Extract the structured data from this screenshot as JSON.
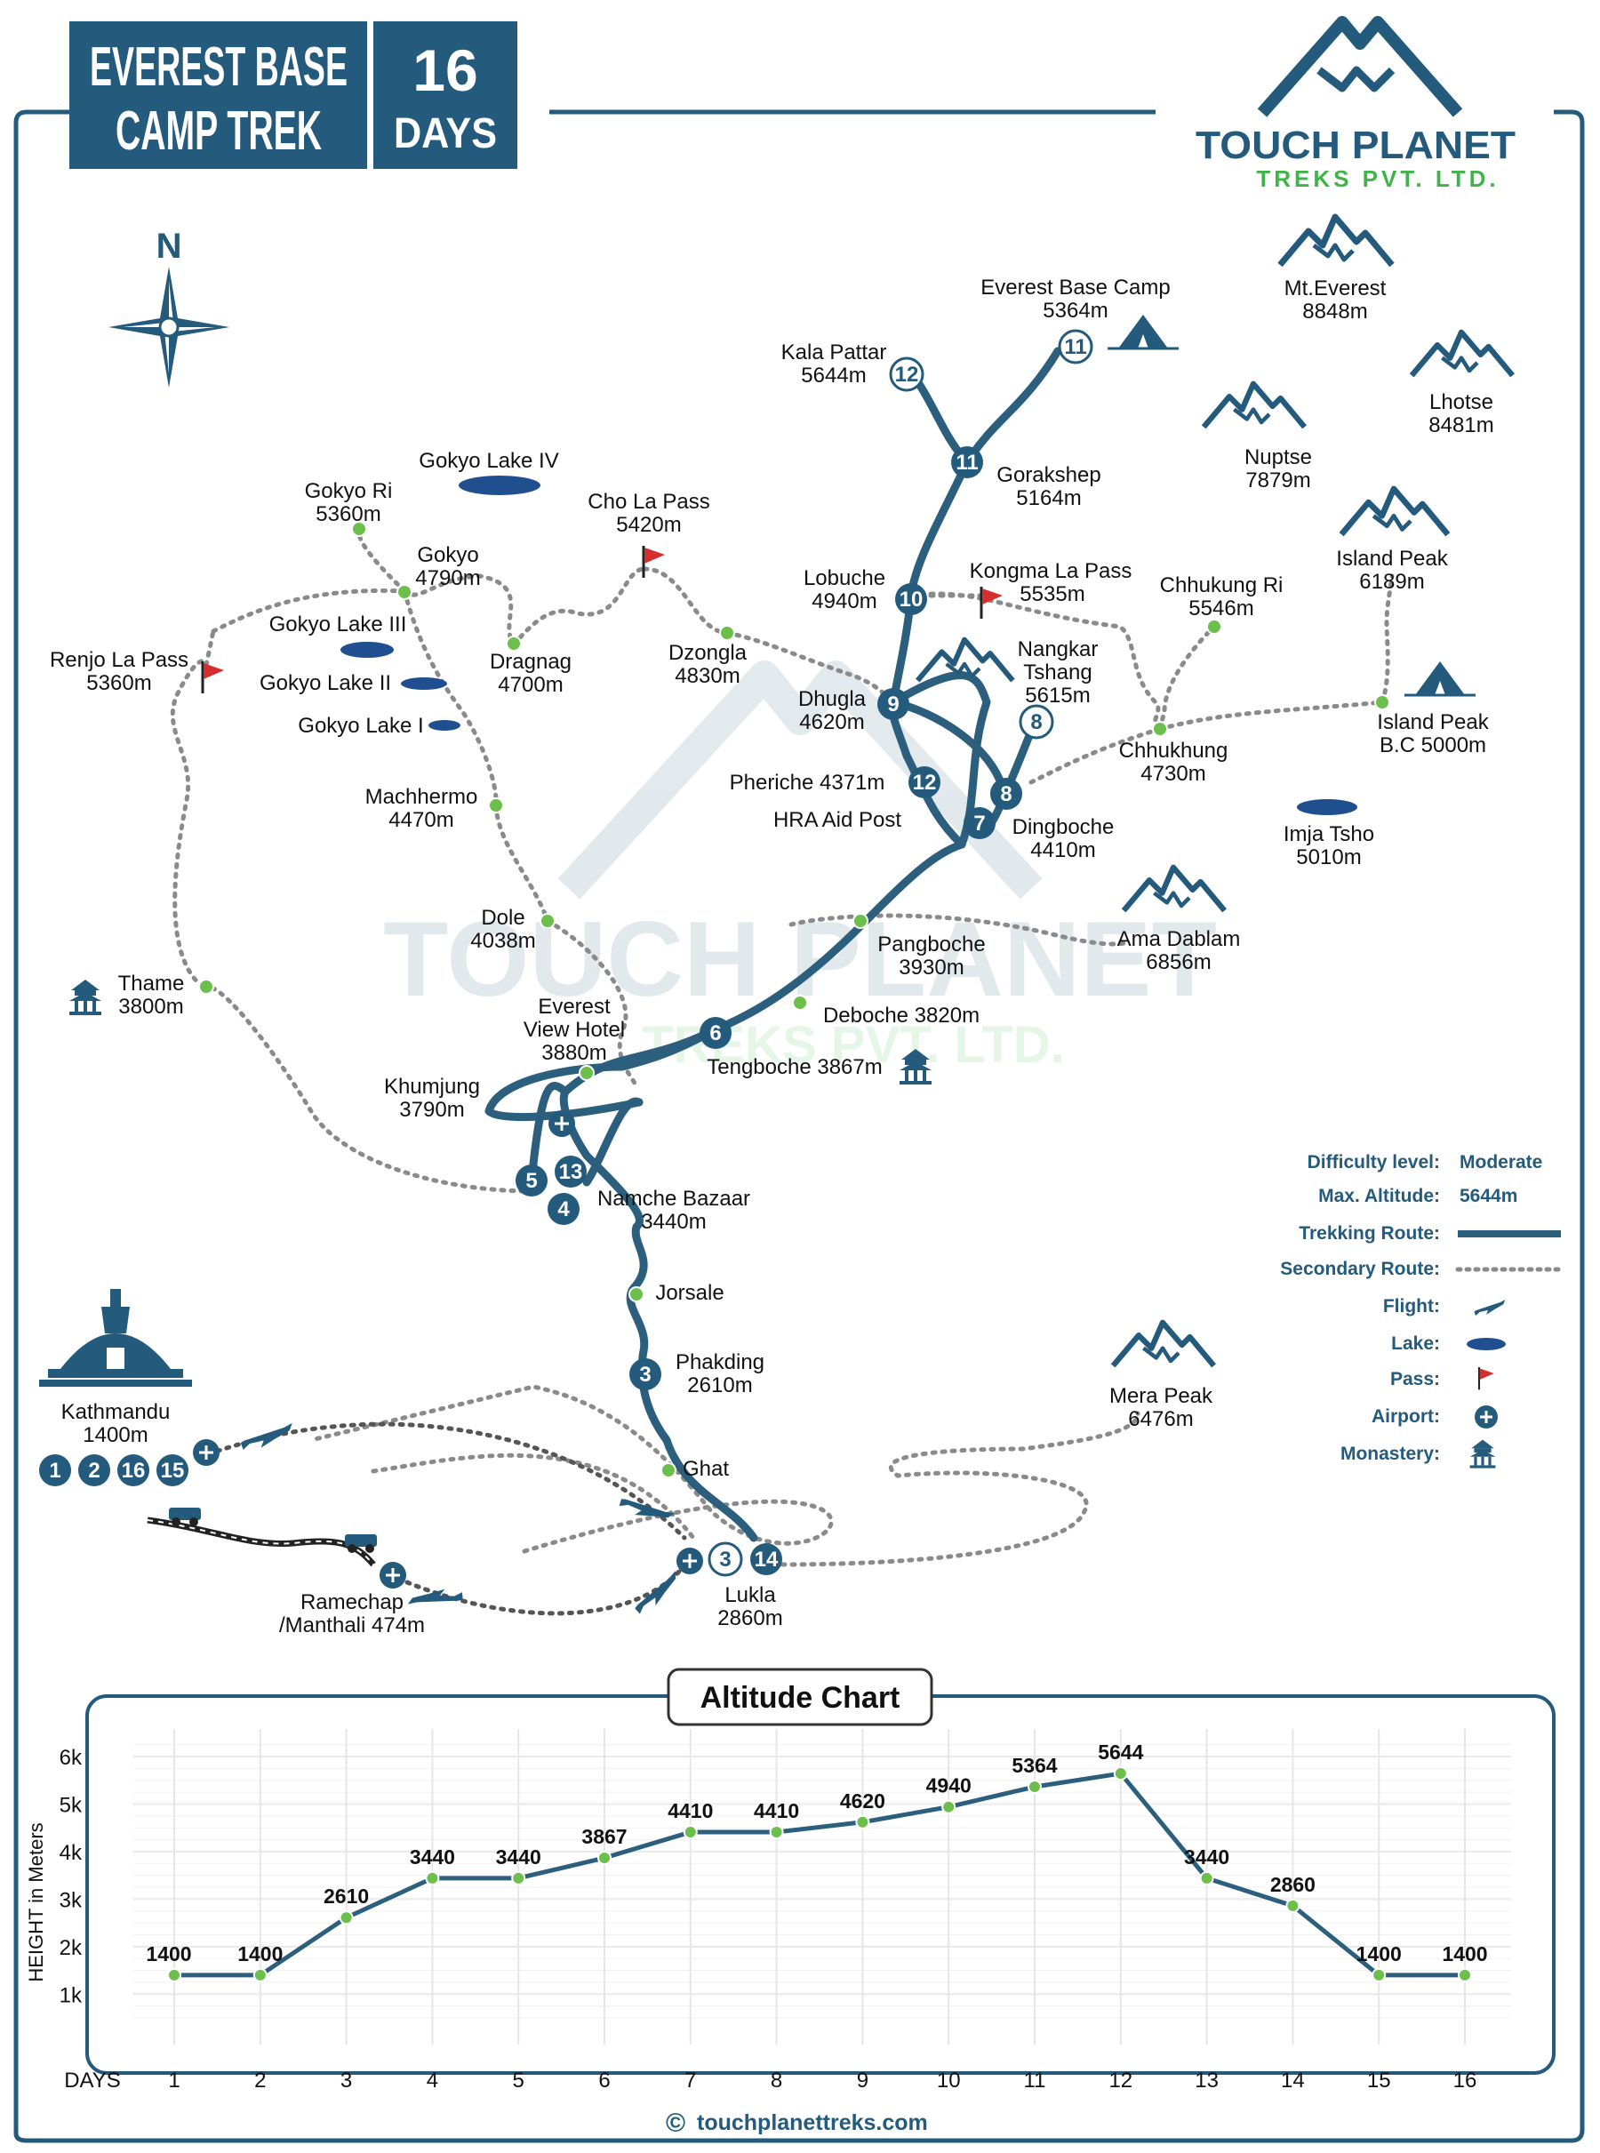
{
  "header": {
    "title_line1": "EVEREST BASE",
    "title_line2": "CAMP TREK",
    "days_number": "16",
    "days_label": "DAYS"
  },
  "brand": {
    "name": "TOUCH PLANET",
    "subtitle": "TREKS PVT. LTD.",
    "website": "touchplanettreks.com",
    "copyright_symbol": "©"
  },
  "compass": {
    "north": "N"
  },
  "colors": {
    "primary": "#245a7c",
    "route": "#2c5f7d",
    "accent_green": "#3fb549",
    "flag_red": "#d62d2d",
    "dot_green": "#6bbf4a",
    "frame": "#245a7c"
  },
  "places": {
    "everest_base_camp": {
      "name": "Everest Base Camp",
      "alt": "5364m"
    },
    "kala_pattar": {
      "name": "Kala Pattar",
      "alt": "5644m"
    },
    "gorakshep": {
      "name": "Gorakshep",
      "alt": "5164m"
    },
    "lobuche": {
      "name": "Lobuche",
      "alt": "4940m"
    },
    "kongma_la": {
      "name": "Kongma La Pass",
      "alt": "5535m"
    },
    "nangkar": {
      "name1": "Nangkar",
      "name2": "Tshang",
      "alt": "5615m"
    },
    "chhukung_ri": {
      "name": "Chhukung Ri",
      "alt": "5546m"
    },
    "island_peak": {
      "name": "Island Peak",
      "alt": "6189m"
    },
    "island_peak_bc": {
      "name": "Island Peak",
      "alt": "B.C 5000m"
    },
    "chhukhung": {
      "name": "Chhukhung",
      "alt": "4730m"
    },
    "imja_tsho": {
      "name": "Imja Tsho",
      "alt": "5010m"
    },
    "mt_everest": {
      "name": "Mt.Everest",
      "alt": "8848m"
    },
    "lhotse": {
      "name": "Lhotse",
      "alt": "8481m"
    },
    "nuptse": {
      "name": "Nuptse",
      "alt": "7879m"
    },
    "ama_dablam": {
      "name": "Ama Dablam",
      "alt": "6856m"
    },
    "mera_peak": {
      "name": "Mera Peak",
      "alt": "6476m"
    },
    "gokyo_lake_iv": {
      "name": "Gokyo Lake IV"
    },
    "gokyo_ri": {
      "name": "Gokyo Ri",
      "alt": "5360m"
    },
    "gokyo": {
      "name": "Gokyo",
      "alt": "4790m"
    },
    "cho_la": {
      "name": "Cho La Pass",
      "alt": "5420m"
    },
    "gokyo_lake_iii": {
      "name": "Gokyo Lake III"
    },
    "dragnag": {
      "name": "Dragnag",
      "alt": "4700m"
    },
    "dzongla": {
      "name": "Dzongla",
      "alt": "4830m"
    },
    "renjo_la": {
      "name": "Renjo La Pass",
      "alt": "5360m"
    },
    "gokyo_lake_ii": {
      "name": "Gokyo Lake II"
    },
    "gokyo_lake_i": {
      "name": "Gokyo Lake I"
    },
    "dhugla": {
      "name": "Dhugla",
      "alt": "4620m"
    },
    "pheriche": {
      "name": "Pheriche 4371m"
    },
    "hra": {
      "name": "HRA Aid Post"
    },
    "dingboche": {
      "name": "Dingboche",
      "alt": "4410m"
    },
    "machhermo": {
      "name": "Machhermo",
      "alt": "4470m"
    },
    "pangboche": {
      "name": "Pangboche",
      "alt": "3930m"
    },
    "dole": {
      "name": "Dole",
      "alt": "4038m"
    },
    "thame": {
      "name": "Thame",
      "alt": "3800m"
    },
    "everest_view": {
      "name1": "Everest",
      "name2": "View Hotel",
      "alt": "3880m"
    },
    "deboche": {
      "name": "Deboche 3820m"
    },
    "tengboche": {
      "name": "Tengboche 3867m"
    },
    "khumjung": {
      "name": "Khumjung",
      "alt": "3790m"
    },
    "namche": {
      "name": "Namche Bazaar",
      "alt": "3440m"
    },
    "jorsale": {
      "name": "Jorsale"
    },
    "phakding": {
      "name": "Phakding",
      "alt": "2610m"
    },
    "kathmandu": {
      "name": "Kathmandu",
      "alt": "1400m"
    },
    "ghat": {
      "name": "Ghat"
    },
    "lukla": {
      "name": "Lukla",
      "alt": "2860m"
    },
    "ramechap": {
      "name": "Ramechap",
      "alt": "/Manthali 474m"
    }
  },
  "day_markers": {
    "ebc": "11",
    "kala": "12",
    "gorak": "11",
    "lobuche": "10",
    "dhugla": "9",
    "pheriche": "12",
    "dingboche": "7",
    "nangkar": "8",
    "dingboche2": "8",
    "tengboche": "6",
    "namche5": "5",
    "namche13": "13",
    "namche4": "4",
    "phakding": "3",
    "lukla3": "3",
    "lukla14": "14",
    "ktm1": "1",
    "ktm2": "2",
    "ktm16": "16",
    "ktm15": "15"
  },
  "legend": {
    "difficulty_label": "Difficulty level:",
    "difficulty_value": "Moderate",
    "max_alt_label": "Max. Altitude:",
    "max_alt_value": "5644m",
    "trekking_route": "Trekking Route:",
    "secondary_route": "Secondary Route:",
    "flight": "Flight:",
    "lake": "Lake:",
    "pass": "Pass:",
    "airport": "Airport:",
    "monastery": "Monastery:"
  },
  "chart_data": {
    "type": "line",
    "title": "Altitude Chart",
    "xlabel": "DAYS",
    "ylabel": "HEIGHT in Meters",
    "x": [
      1,
      2,
      3,
      4,
      5,
      6,
      7,
      8,
      9,
      10,
      11,
      12,
      13,
      14,
      15,
      16
    ],
    "values": [
      1400,
      1400,
      2610,
      3440,
      3440,
      3867,
      4410,
      4410,
      4620,
      4940,
      5364,
      5644,
      3440,
      2860,
      1400,
      1400
    ],
    "ylim": [
      500,
      6300
    ],
    "yticks": [
      1000,
      2000,
      3000,
      4000,
      5000,
      6000
    ],
    "ytick_labels": [
      "1k",
      "2k",
      "3k",
      "4k",
      "5k",
      "6k"
    ],
    "grid": true
  }
}
